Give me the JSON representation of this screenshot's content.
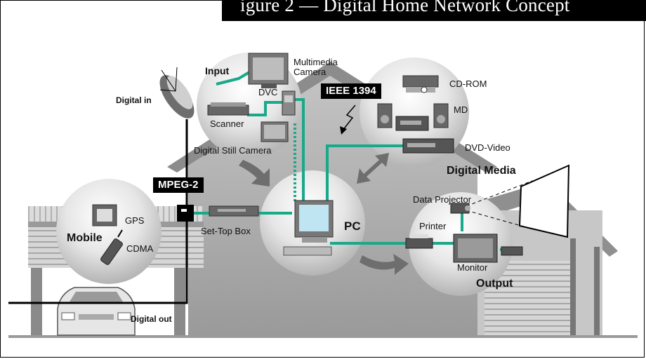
{
  "figure": {
    "title": "igure 2 — Digital Home Network Concept"
  },
  "labels": {
    "input": "Input",
    "multimedia_camera_line1": "Multimedia",
    "multimedia_camera_line2": "Camera",
    "dvc": "DVC",
    "scanner": "Scanner",
    "digital_still_camera": "Digital Still Camera",
    "digital_in": "Digital in",
    "ieee1394": "IEEE 1394",
    "cd_rom": "CD-ROM",
    "md": "MD",
    "dvd_video": "DVD-Video",
    "digital_media": "Digital Media",
    "mpeg2": "MPEG-2",
    "gps": "GPS",
    "mobile": "Mobile",
    "cdma": "CDMA",
    "set_top_box": "Set-Top Box",
    "pc": "PC",
    "data_projector": "Data Projector",
    "printer": "Printer",
    "monitor": "Monitor",
    "output": "Output",
    "digital_out": "Digital out"
  },
  "colors": {
    "network_line": "#1aa88a",
    "house_gray": "#a9a9a9",
    "roof_gray": "#8c8c8c",
    "bubble_light": "#ffffff",
    "bubble_dark": "#b4b4b4",
    "cable": "#000000"
  }
}
